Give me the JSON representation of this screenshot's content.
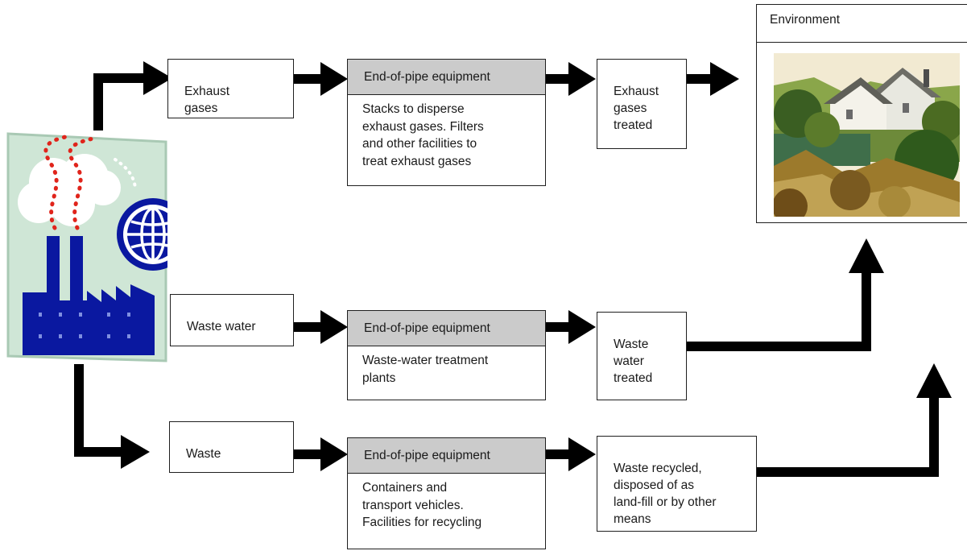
{
  "rows": {
    "exhaust": {
      "source": "Exhaust\ngases",
      "equipment_header": "End-of-pipe equipment",
      "equipment_desc": "Stacks to disperse\nexhaust gases. Filters\nand other facilities to\ntreat exhaust gases",
      "result": "Exhaust\ngases\ntreated"
    },
    "water": {
      "source": "Waste water",
      "equipment_header": "End-of-pipe equipment",
      "equipment_desc": "Waste-water treatment\nplants",
      "result": "Waste\nwater\ntreated"
    },
    "waste": {
      "source": "Waste",
      "equipment_header": "End-of-pipe equipment",
      "equipment_desc": "Containers and\ntransport vehicles.\nFacilities for recycling",
      "result": "Waste recycled,\ndisposed of as\nland-fill or by other\nmeans"
    }
  },
  "environment": {
    "title": "Environment",
    "picture": "landscape-with-house"
  },
  "factory": {
    "picture": "factory-with-smokestacks-and-globe"
  },
  "colors": {
    "arrow": "#000000",
    "header_fill": "#cbcbcb",
    "factory_blue": "#0a18a0",
    "factory_bg": "#cfe6d6",
    "smoke_dots": "#e0241b"
  }
}
